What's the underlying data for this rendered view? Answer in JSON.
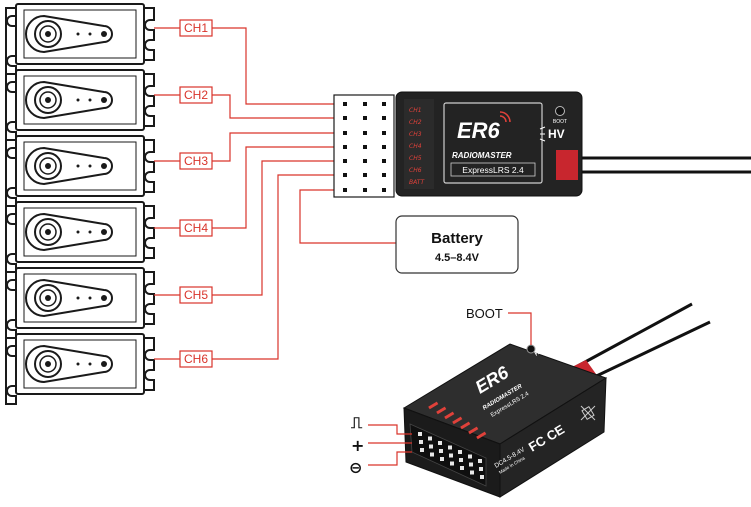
{
  "channels": [
    "CH1",
    "CH2",
    "CH3",
    "CH4",
    "CH5",
    "CH6"
  ],
  "receiver": {
    "model": "ER6",
    "brand": "RADIOMASTER",
    "protocol": "ExpressLRS 2.4",
    "boot_label": "BOOT",
    "hv_label": "HV",
    "port_labels": [
      "CH1",
      "CH2",
      "CH3",
      "CH4",
      "CH5",
      "CH6",
      "BATT"
    ]
  },
  "battery": {
    "title": "Battery",
    "voltage": "4.5–8.4V"
  },
  "receiver_3d": {
    "boot_callout": "BOOT",
    "voltage_marking": "DC4.5-8.4V",
    "made_in": "Made In China",
    "cert_mark": "FC CE",
    "pin_symbols": [
      "⎍",
      "+",
      "⊖"
    ]
  },
  "colors": {
    "accent_red": "#d9342b",
    "receiver_black": "#232323",
    "antenna_black": "#111111"
  }
}
